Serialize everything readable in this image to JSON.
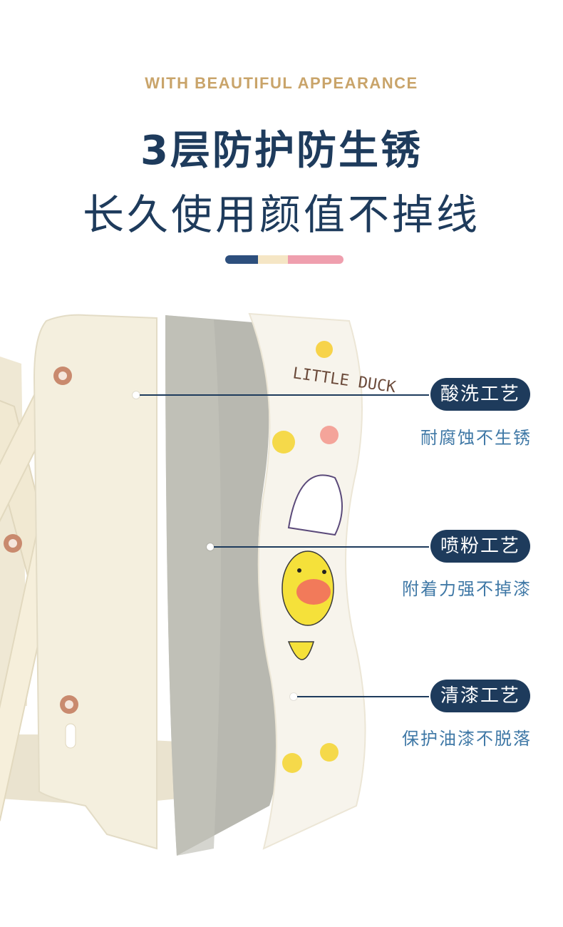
{
  "header": {
    "subtitle_en": "WITH BEAUTIFUL APPEARANCE",
    "title_line1": "3层防护防生锈",
    "title_line2": "长久使用颜值不掉线"
  },
  "colors": {
    "gold": "#c9a46a",
    "navy": "#1e3b5c",
    "blue_text": "#3f78a6",
    "bar_navy": "#2d4f7d",
    "bar_cream": "#f5e6c5",
    "bar_pink": "#ef9fae",
    "cream": "#f4efde",
    "gray_layer": "#b8b8b0"
  },
  "illustration": {
    "print_text": "LITTLE DUCK"
  },
  "features": [
    {
      "label": "酸洗工艺",
      "desc": "耐腐蚀不生锈"
    },
    {
      "label": "喷粉工艺",
      "desc": "附着力强不掉漆"
    },
    {
      "label": "清漆工艺",
      "desc": "保护油漆不脱落"
    }
  ]
}
